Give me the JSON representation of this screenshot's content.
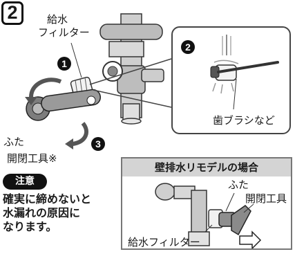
{
  "step": {
    "number": "2"
  },
  "labels": {
    "filter": [
      "給水",
      "フィルター"
    ],
    "lid": "ふた",
    "tool": "開閉工具※",
    "toothbrush": "歯ブラシなど"
  },
  "markers": {
    "one": "1",
    "two": "2",
    "three": "3"
  },
  "caution": {
    "badge": "注意",
    "lines": [
      "確実に締めないと",
      "水漏れの原因に",
      "なります。"
    ]
  },
  "variant": {
    "title": "壁排水リモデルの場合",
    "lid": "ふた",
    "tool": "開閉工具",
    "filter": "給水フィルター"
  },
  "colors": {
    "ink": "#1a1a1a",
    "gray": "#a9a9a9",
    "header": "#d4d4d4"
  },
  "icons": [
    "rotate-ccw-arrow-icon",
    "rotate-cw-arrow-icon",
    "pull-arrow-icon"
  ]
}
